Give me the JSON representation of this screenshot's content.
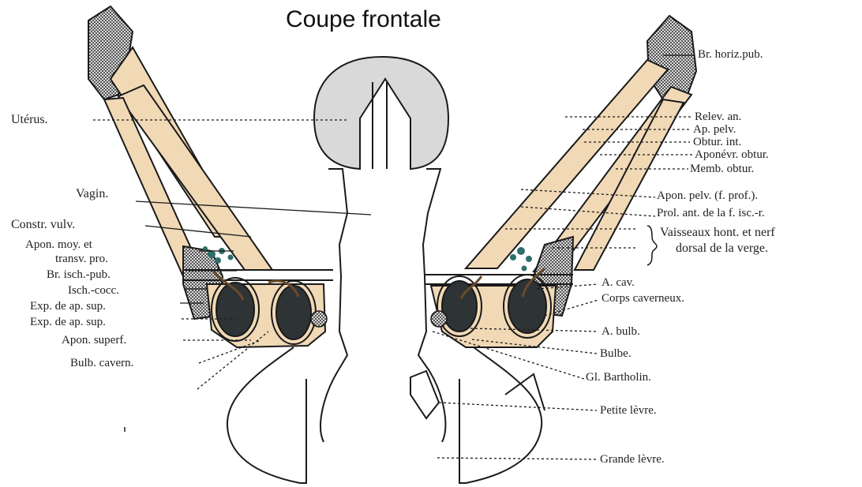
{
  "title": "Coupe frontale",
  "labels_left": [
    "Utérus.",
    "Vagin.",
    "Constr. vulv.",
    "Apon. moy. et",
    "transv. pro.",
    "Br. isch.-pub.",
    "Isch.-cocc.",
    "Exp. de ap. sup.",
    "Exp. de ap. sup.",
    "Apon. superf.",
    "Bulb. cavern."
  ],
  "labels_right": [
    "Br. horiz.pub.",
    "Relev. an.",
    "Ap. pelv.",
    "Obtur. int.",
    "Aponévr. obtur.",
    "Memb. obtur.",
    "Apon. pelv. (f. prof.).",
    "Prol. ant. de la f. isc.-r.",
    "Vaisseaux hont. et nerf",
    "dorsal de la verge.",
    "A. cav.",
    "Corps caverneux.",
    "A. bulb.",
    "Bulbe.",
    "Gl. Bartholin.",
    "Petite lèvre.",
    "Grande lèvre."
  ],
  "colors": {
    "muscle": "#f1d9b6",
    "uterus": "#d9d9d9",
    "cavernous": "#2e3436",
    "vessels": "#2f6e6a",
    "line": "#1a1a1a"
  }
}
